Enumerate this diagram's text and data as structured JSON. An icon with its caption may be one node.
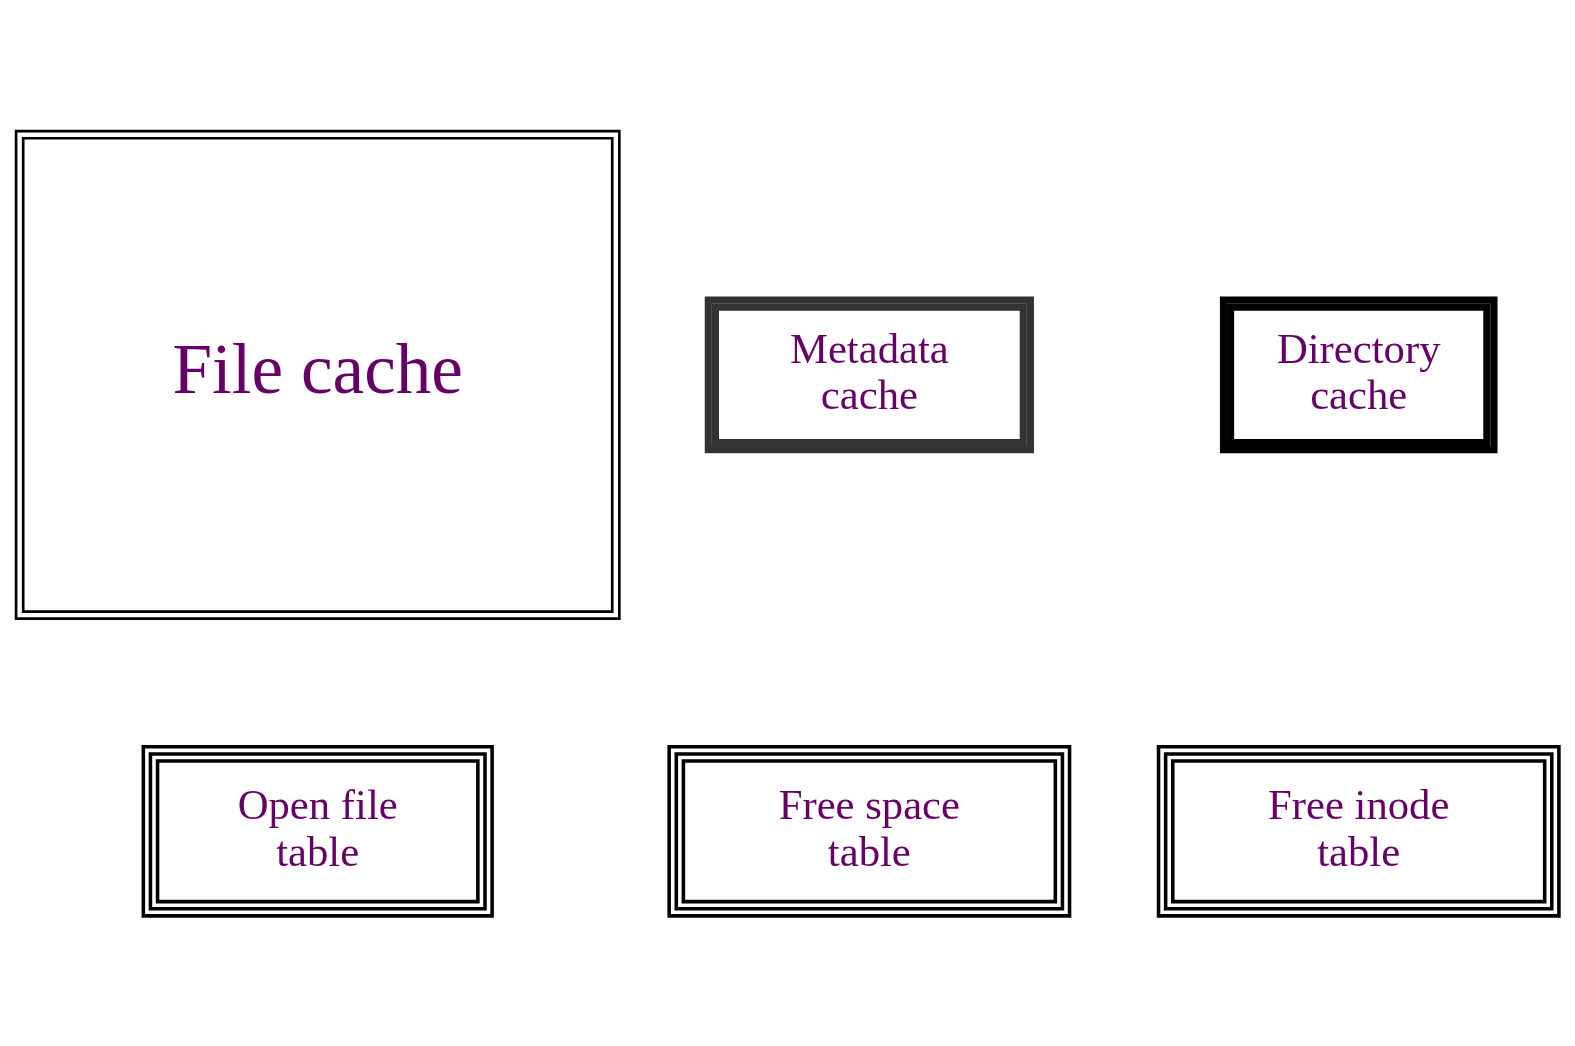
{
  "diagram": {
    "nodes": [
      {
        "text": [
          "File cache"
        ]
      },
      {
        "text": [
          "Metadata cache"
        ]
      },
      {
        "text": [
          "Directory cache"
        ]
      },
      {
        "text": [
          "Open file table"
        ]
      },
      {
        "text": [
          "Free space table"
        ]
      },
      {
        "text": [
          "Free inode table"
        ]
      }
    ]
  }
}
